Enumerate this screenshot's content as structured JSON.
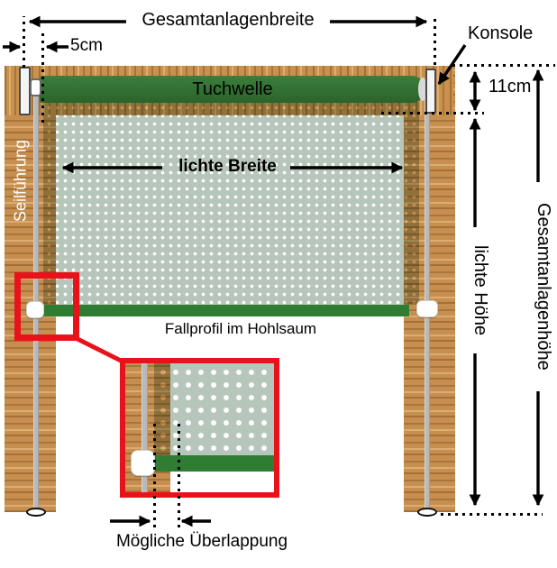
{
  "diagram": {
    "labels": {
      "total_width": "Gesamtanlagenbreite",
      "edge_offset": "5cm",
      "bracket": "Konsole",
      "roller": "Tuchwelle",
      "cable_guide": "Seilführung",
      "clear_width": "lichte Breite",
      "roller_zone_height": "11cm",
      "clear_height": "lichte Höhe",
      "total_height": "Gesamtanlagenhöhe",
      "bottom_profile": "Fallprofil im Hohlsaum",
      "possible_overlap": "Mögliche Überlappung"
    },
    "colors": {
      "roller_green": "#2d6e2e",
      "hem_bar_green": "#2e7d32",
      "mesh_sage": "#b7c6ba",
      "wood": "#c78f4f",
      "cable_gray": "#b9b9b9",
      "highlight_red": "#e8131a",
      "annotation_black": "#000000"
    }
  }
}
